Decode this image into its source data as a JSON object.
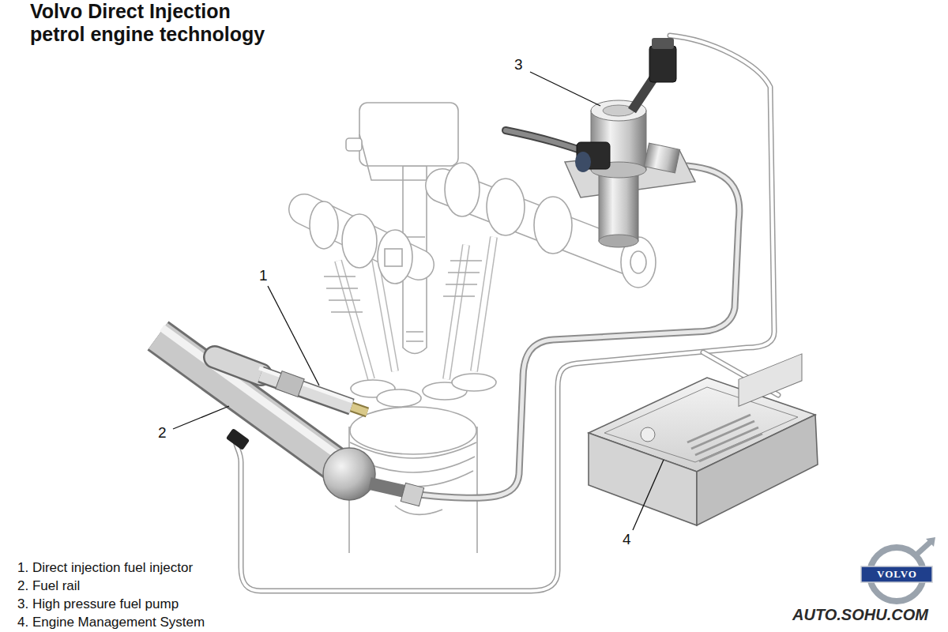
{
  "diagram": {
    "title": "Volvo Direct Injection petrol engine technology",
    "labels": [
      "1",
      "2",
      "3",
      "4",
      "1. Direct injection fuel injector",
      "2. Fuel rail",
      "3. High pressure fuel pump",
      "4. Engine Management System",
      "VOLVO",
      "AUTO.SOHU.COM"
    ]
  }
}
